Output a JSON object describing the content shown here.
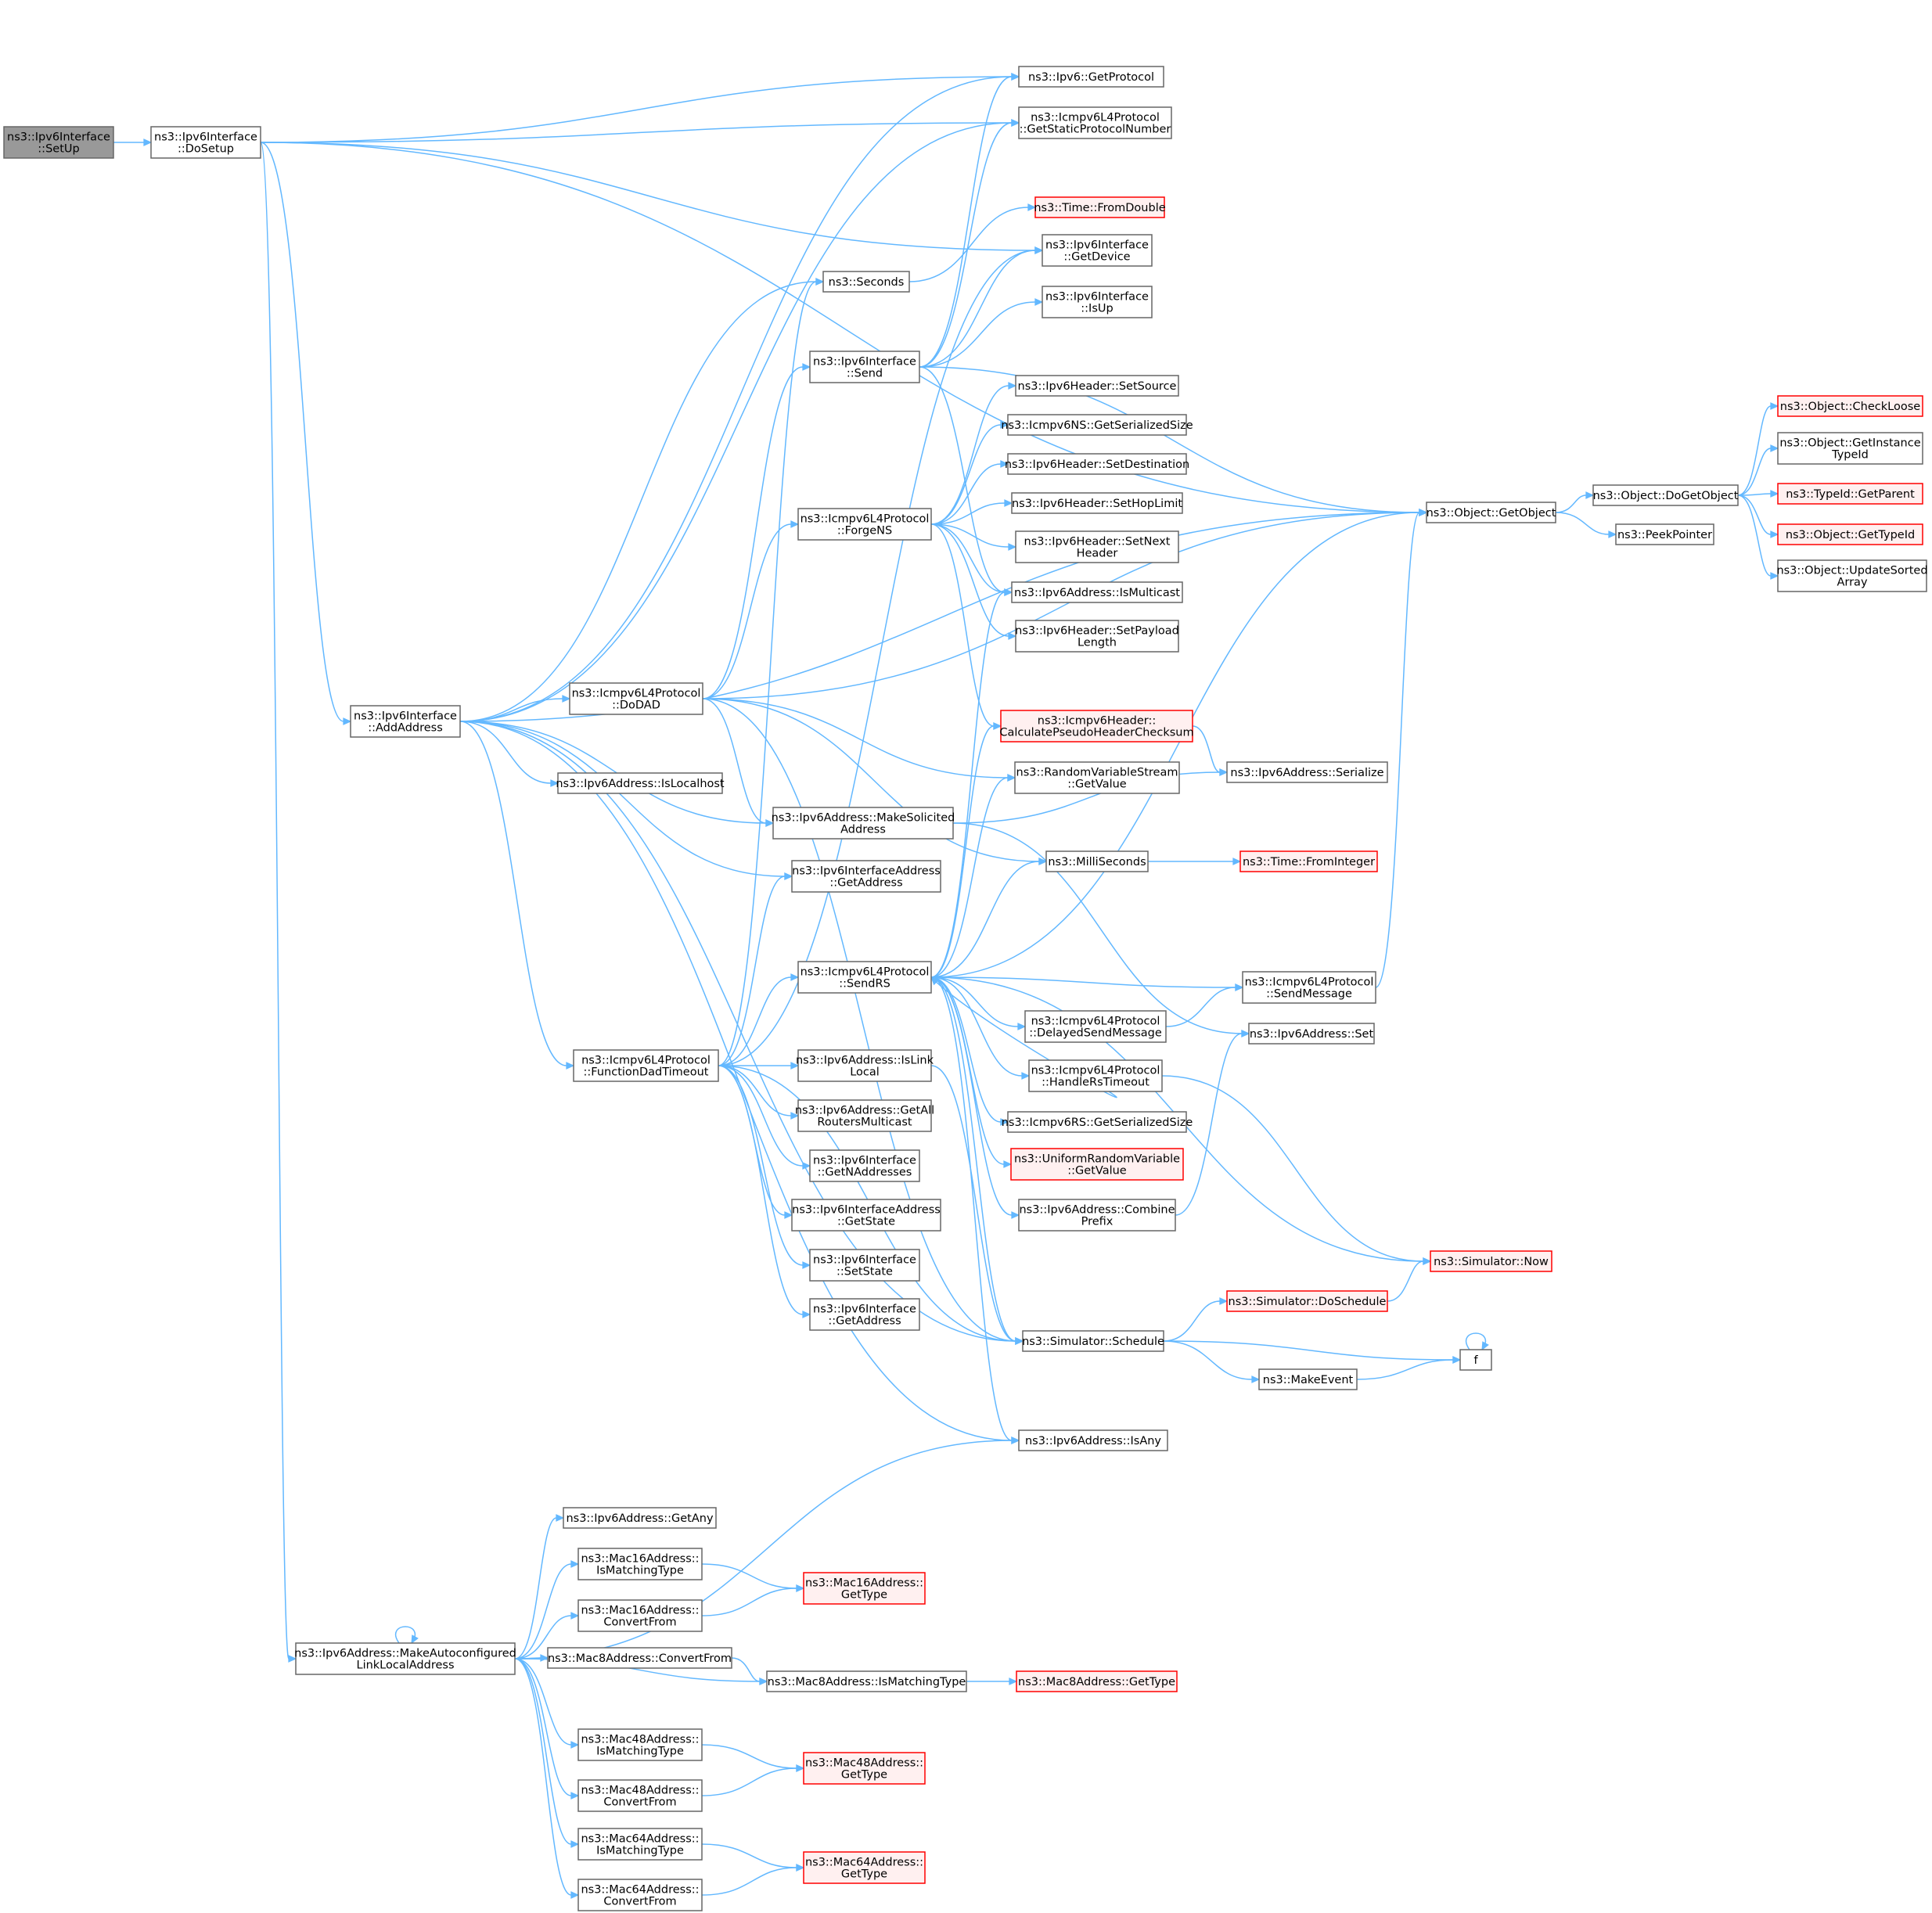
{
  "colors": {
    "edge": "#63b8ff",
    "node_border": "#666666",
    "root_fill": "#999999",
    "red_border": "#ff0000",
    "red_fill": "#fff0f0"
  },
  "nodes": [
    {
      "id": "setup",
      "lines": [
        "ns3::Ipv6Interface",
        "::SetUp"
      ],
      "style": "root"
    },
    {
      "id": "dosetup",
      "lines": [
        "ns3::Ipv6Interface",
        "::DoSetup"
      ]
    },
    {
      "id": "getprotocol",
      "lines": [
        "ns3::Ipv6::GetProtocol"
      ]
    },
    {
      "id": "getstaticproto",
      "lines": [
        "ns3::Icmpv6L4Protocol",
        "::GetStaticProtocolNumber"
      ]
    },
    {
      "id": "fromdouble",
      "lines": [
        "ns3::Time::FromDouble"
      ],
      "style": "red"
    },
    {
      "id": "getdevice",
      "lines": [
        "ns3::Ipv6Interface",
        "::GetDevice"
      ]
    },
    {
      "id": "seconds",
      "lines": [
        "ns3::Seconds"
      ]
    },
    {
      "id": "isup",
      "lines": [
        "ns3::Ipv6Interface",
        "::IsUp"
      ]
    },
    {
      "id": "send",
      "lines": [
        "ns3::Ipv6Interface",
        "::Send"
      ]
    },
    {
      "id": "setsource",
      "lines": [
        "ns3::Ipv6Header::SetSource"
      ]
    },
    {
      "id": "nsserialized",
      "lines": [
        "ns3::Icmpv6NS::GetSerializedSize"
      ]
    },
    {
      "id": "setdest",
      "lines": [
        "ns3::Ipv6Header::SetDestination"
      ]
    },
    {
      "id": "sethop",
      "lines": [
        "ns3::Ipv6Header::SetHopLimit"
      ]
    },
    {
      "id": "forgens",
      "lines": [
        "ns3::Icmpv6L4Protocol",
        "::ForgeNS"
      ]
    },
    {
      "id": "setnext",
      "lines": [
        "ns3::Ipv6Header::SetNext",
        "Header"
      ]
    },
    {
      "id": "ismulticast",
      "lines": [
        "ns3::Ipv6Address::IsMulticast"
      ]
    },
    {
      "id": "setpayload",
      "lines": [
        "ns3::Ipv6Header::SetPayload",
        "Length"
      ]
    },
    {
      "id": "checksum",
      "lines": [
        "ns3::Icmpv6Header::",
        "CalculatePseudoHeaderChecksum"
      ],
      "style": "red"
    },
    {
      "id": "rvsgetvalue",
      "lines": [
        "ns3::RandomVariableStream",
        "::GetValue"
      ]
    },
    {
      "id": "serialize",
      "lines": [
        "ns3::Ipv6Address::Serialize"
      ]
    },
    {
      "id": "dodad",
      "lines": [
        "ns3::Icmpv6L4Protocol",
        "::DoDAD"
      ]
    },
    {
      "id": "addaddress",
      "lines": [
        "ns3::Ipv6Interface",
        "::AddAddress"
      ]
    },
    {
      "id": "islocalhost",
      "lines": [
        "ns3::Ipv6Address::IsLocalhost"
      ]
    },
    {
      "id": "makesolicited",
      "lines": [
        "ns3::Ipv6Address::MakeSolicited",
        "Address"
      ]
    },
    {
      "id": "milliseconds",
      "lines": [
        "ns3::MilliSeconds"
      ]
    },
    {
      "id": "frominteger",
      "lines": [
        "ns3::Time::FromInteger"
      ],
      "style": "red"
    },
    {
      "id": "ifaddrgetaddress",
      "lines": [
        "ns3::Ipv6InterfaceAddress",
        "::GetAddress"
      ]
    },
    {
      "id": "sendrs",
      "lines": [
        "ns3::Icmpv6L4Protocol",
        "::SendRS"
      ]
    },
    {
      "id": "sendmessage",
      "lines": [
        "ns3::Icmpv6L4Protocol",
        "::SendMessage"
      ]
    },
    {
      "id": "delayedsend",
      "lines": [
        "ns3::Icmpv6L4Protocol",
        "::DelayedSendMessage"
      ]
    },
    {
      "id": "addrset",
      "lines": [
        "ns3::Ipv6Address::Set"
      ]
    },
    {
      "id": "funcdad",
      "lines": [
        "ns3::Icmpv6L4Protocol",
        "::FunctionDadTimeout"
      ]
    },
    {
      "id": "islinklocal",
      "lines": [
        "ns3::Ipv6Address::IsLink",
        "Local"
      ]
    },
    {
      "id": "handlers",
      "lines": [
        "ns3::Icmpv6L4Protocol",
        "::HandleRsTimeout"
      ]
    },
    {
      "id": "getallrouters",
      "lines": [
        "ns3::Ipv6Address::GetAll",
        "RoutersMulticast"
      ]
    },
    {
      "id": "rsserialized",
      "lines": [
        "ns3::Icmpv6RS::GetSerializedSize"
      ]
    },
    {
      "id": "getnaddr",
      "lines": [
        "ns3::Ipv6Interface",
        "::GetNAddresses"
      ]
    },
    {
      "id": "urvgetvalue",
      "lines": [
        "ns3::UniformRandomVariable",
        "::GetValue"
      ],
      "style": "red"
    },
    {
      "id": "getstate",
      "lines": [
        "ns3::Ipv6InterfaceAddress",
        "::GetState"
      ]
    },
    {
      "id": "combineprefix",
      "lines": [
        "ns3::Ipv6Address::Combine",
        "Prefix"
      ]
    },
    {
      "id": "simnow",
      "lines": [
        "ns3::Simulator::Now"
      ],
      "style": "red"
    },
    {
      "id": "setstate",
      "lines": [
        "ns3::Ipv6Interface",
        "::SetState"
      ]
    },
    {
      "id": "doschedule",
      "lines": [
        "ns3::Simulator::DoSchedule"
      ],
      "style": "red"
    },
    {
      "id": "ifgetaddress",
      "lines": [
        "ns3::Ipv6Interface",
        "::GetAddress"
      ]
    },
    {
      "id": "schedule",
      "lines": [
        "ns3::Simulator::Schedule"
      ]
    },
    {
      "id": "f",
      "lines": [
        "f"
      ]
    },
    {
      "id": "makeevent",
      "lines": [
        "ns3::MakeEvent"
      ]
    },
    {
      "id": "isany",
      "lines": [
        "ns3::Ipv6Address::IsAny"
      ]
    },
    {
      "id": "getobject",
      "lines": [
        "ns3::Object::GetObject"
      ]
    },
    {
      "id": "dogetobject",
      "lines": [
        "ns3::Object::DoGetObject"
      ]
    },
    {
      "id": "peekpointer",
      "lines": [
        "ns3::PeekPointer"
      ]
    },
    {
      "id": "checkloose",
      "lines": [
        "ns3::Object::CheckLoose"
      ],
      "style": "red"
    },
    {
      "id": "getinstancetypeid",
      "lines": [
        "ns3::Object::GetInstance",
        "TypeId"
      ]
    },
    {
      "id": "getparent",
      "lines": [
        "ns3::TypeId::GetParent"
      ],
      "style": "red"
    },
    {
      "id": "objgettypeid",
      "lines": [
        "ns3::Object::GetTypeId"
      ],
      "style": "red"
    },
    {
      "id": "updatesorted",
      "lines": [
        "ns3::Object::UpdateSorted",
        "Array"
      ]
    },
    {
      "id": "getany",
      "lines": [
        "ns3::Ipv6Address::GetAny"
      ]
    },
    {
      "id": "mac16match",
      "lines": [
        "ns3::Mac16Address::",
        "IsMatchingType"
      ]
    },
    {
      "id": "mac16gettype",
      "lines": [
        "ns3::Mac16Address::",
        "GetType"
      ],
      "style": "red"
    },
    {
      "id": "mac16convert",
      "lines": [
        "ns3::Mac16Address::",
        "ConvertFrom"
      ]
    },
    {
      "id": "makeautolinklocal",
      "lines": [
        "ns3::Ipv6Address::MakeAutoconfigured",
        "LinkLocalAddress"
      ]
    },
    {
      "id": "mac8convert",
      "lines": [
        "ns3::Mac8Address::ConvertFrom"
      ]
    },
    {
      "id": "mac8match",
      "lines": [
        "ns3::Mac8Address::IsMatchingType"
      ]
    },
    {
      "id": "mac8gettype",
      "lines": [
        "ns3::Mac8Address::GetType"
      ],
      "style": "red"
    },
    {
      "id": "mac48match",
      "lines": [
        "ns3::Mac48Address::",
        "IsMatchingType"
      ]
    },
    {
      "id": "mac48gettype",
      "lines": [
        "ns3::Mac48Address::",
        "GetType"
      ],
      "style": "red"
    },
    {
      "id": "mac48convert",
      "lines": [
        "ns3::Mac48Address::",
        "ConvertFrom"
      ]
    },
    {
      "id": "mac64match",
      "lines": [
        "ns3::Mac64Address::",
        "IsMatchingType"
      ]
    },
    {
      "id": "mac64gettype",
      "lines": [
        "ns3::Mac64Address::",
        "GetType"
      ],
      "style": "red"
    },
    {
      "id": "mac64convert",
      "lines": [
        "ns3::Mac64Address::",
        "ConvertFrom"
      ]
    }
  ],
  "edges": [
    [
      "setup",
      "dosetup"
    ],
    [
      "dosetup",
      "getprotocol"
    ],
    [
      "dosetup",
      "getstaticproto"
    ],
    [
      "dosetup",
      "getdevice"
    ],
    [
      "dosetup",
      "getobject"
    ],
    [
      "dosetup",
      "addaddress"
    ],
    [
      "dosetup",
      "makeautolinklocal"
    ],
    [
      "addaddress",
      "getprotocol"
    ],
    [
      "addaddress",
      "getstaticproto"
    ],
    [
      "addaddress",
      "seconds"
    ],
    [
      "addaddress",
      "getobject"
    ],
    [
      "addaddress",
      "dodad"
    ],
    [
      "addaddress",
      "islocalhost"
    ],
    [
      "addaddress",
      "makesolicited"
    ],
    [
      "addaddress",
      "ifaddrgetaddress"
    ],
    [
      "addaddress",
      "funcdad"
    ],
    [
      "addaddress",
      "schedule"
    ],
    [
      "addaddress",
      "isany"
    ],
    [
      "dodad",
      "send"
    ],
    [
      "dodad",
      "forgens"
    ],
    [
      "dodad",
      "getobject"
    ],
    [
      "dodad",
      "makesolicited"
    ],
    [
      "dodad",
      "rvsgetvalue"
    ],
    [
      "dodad",
      "milliseconds"
    ],
    [
      "dodad",
      "schedule"
    ],
    [
      "send",
      "getprotocol"
    ],
    [
      "send",
      "getstaticproto"
    ],
    [
      "send",
      "getdevice"
    ],
    [
      "send",
      "isup"
    ],
    [
      "send",
      "getobject"
    ],
    [
      "send",
      "ismulticast"
    ],
    [
      "seconds",
      "fromdouble"
    ],
    [
      "forgens",
      "setsource"
    ],
    [
      "forgens",
      "nsserialized"
    ],
    [
      "forgens",
      "setdest"
    ],
    [
      "forgens",
      "sethop"
    ],
    [
      "forgens",
      "setnext"
    ],
    [
      "forgens",
      "ismulticast"
    ],
    [
      "forgens",
      "setpayload"
    ],
    [
      "forgens",
      "checksum"
    ],
    [
      "checksum",
      "serialize"
    ],
    [
      "makesolicited",
      "serialize"
    ],
    [
      "makesolicited",
      "addrset"
    ],
    [
      "milliseconds",
      "frominteger"
    ],
    [
      "funcdad",
      "seconds"
    ],
    [
      "funcdad",
      "getdevice"
    ],
    [
      "funcdad",
      "ifaddrgetaddress"
    ],
    [
      "funcdad",
      "sendrs"
    ],
    [
      "funcdad",
      "islinklocal"
    ],
    [
      "funcdad",
      "getallrouters"
    ],
    [
      "funcdad",
      "getnaddr"
    ],
    [
      "funcdad",
      "getstate"
    ],
    [
      "funcdad",
      "setstate"
    ],
    [
      "funcdad",
      "ifgetaddress"
    ],
    [
      "funcdad",
      "schedule"
    ],
    [
      "sendrs",
      "getobject"
    ],
    [
      "sendrs",
      "ismulticast"
    ],
    [
      "sendrs",
      "checksum"
    ],
    [
      "sendrs",
      "rvsgetvalue"
    ],
    [
      "sendrs",
      "milliseconds"
    ],
    [
      "sendrs",
      "sendmessage"
    ],
    [
      "sendrs",
      "delayedsend"
    ],
    [
      "sendrs",
      "handlers"
    ],
    [
      "sendrs",
      "rsserialized"
    ],
    [
      "sendrs",
      "urvgetvalue"
    ],
    [
      "sendrs",
      "combineprefix"
    ],
    [
      "sendrs",
      "simnow"
    ],
    [
      "sendrs",
      "schedule"
    ],
    [
      "sendrs",
      "isany"
    ],
    [
      "handlers",
      "sendrs"
    ],
    [
      "handlers",
      "simnow"
    ],
    [
      "delayedsend",
      "sendmessage"
    ],
    [
      "sendmessage",
      "getobject"
    ],
    [
      "combineprefix",
      "addrset"
    ],
    [
      "islinklocal",
      "schedule"
    ],
    [
      "schedule",
      "doschedule"
    ],
    [
      "schedule",
      "f"
    ],
    [
      "schedule",
      "makeevent"
    ],
    [
      "doschedule",
      "simnow"
    ],
    [
      "makeevent",
      "f"
    ],
    [
      "f",
      "f"
    ],
    [
      "getobject",
      "dogetobject"
    ],
    [
      "getobject",
      "peekpointer"
    ],
    [
      "dogetobject",
      "checkloose"
    ],
    [
      "dogetobject",
      "getinstancetypeid"
    ],
    [
      "dogetobject",
      "getparent"
    ],
    [
      "dogetobject",
      "objgettypeid"
    ],
    [
      "dogetobject",
      "updatesorted"
    ],
    [
      "makeautolinklocal",
      "isany"
    ],
    [
      "makeautolinklocal",
      "getany"
    ],
    [
      "makeautolinklocal",
      "mac16match"
    ],
    [
      "makeautolinklocal",
      "mac16convert"
    ],
    [
      "makeautolinklocal",
      "mac8convert"
    ],
    [
      "makeautolinklocal",
      "mac8match"
    ],
    [
      "makeautolinklocal",
      "mac48match"
    ],
    [
      "makeautolinklocal",
      "mac48convert"
    ],
    [
      "makeautolinklocal",
      "mac64match"
    ],
    [
      "makeautolinklocal",
      "mac64convert"
    ],
    [
      "makeautolinklocal",
      "makeautolinklocal"
    ],
    [
      "mac16match",
      "mac16gettype"
    ],
    [
      "mac16convert",
      "mac16gettype"
    ],
    [
      "mac8convert",
      "mac8match"
    ],
    [
      "mac8match",
      "mac8gettype"
    ],
    [
      "mac48match",
      "mac48gettype"
    ],
    [
      "mac48convert",
      "mac48gettype"
    ],
    [
      "mac64match",
      "mac64gettype"
    ],
    [
      "mac64convert",
      "mac64gettype"
    ]
  ]
}
